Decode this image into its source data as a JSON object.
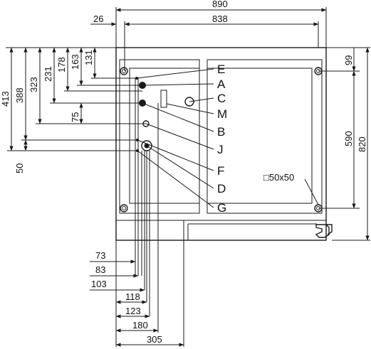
{
  "drawing": {
    "top_dims": {
      "total_width": "890",
      "inner_width": "838",
      "left_offset": "26"
    },
    "left_dims": [
      "413",
      "388",
      "323",
      "231",
      "178",
      "163",
      "131",
      "75",
      "50"
    ],
    "right_dims": {
      "total_height": "820",
      "cabinet_height": "590",
      "top_offset": "99"
    },
    "bottom_dims": [
      "73",
      "83",
      "103",
      "118",
      "123",
      "180",
      "305"
    ],
    "callouts": [
      "E",
      "A",
      "C",
      "M",
      "B",
      "J",
      "F",
      "D",
      "G"
    ],
    "square_note": "□50x50"
  }
}
